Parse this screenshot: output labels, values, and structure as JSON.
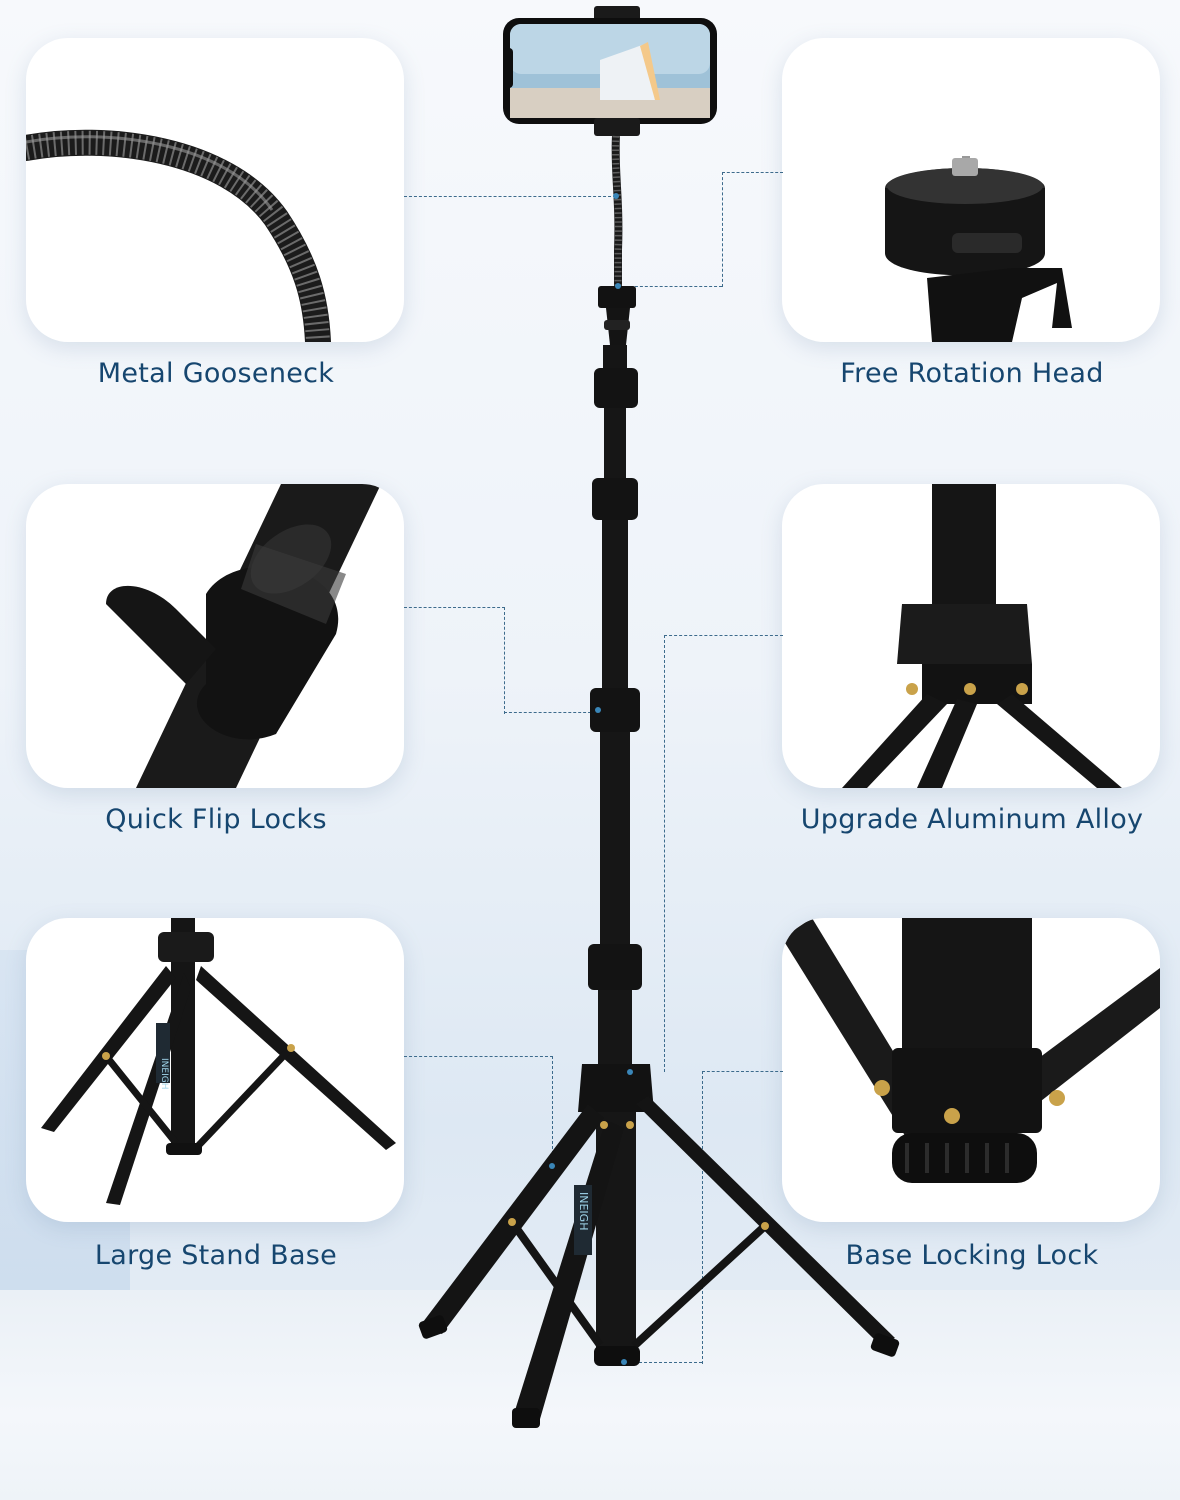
{
  "features": [
    {
      "id": "metal-gooseneck",
      "label": "Metal Gooseneck",
      "icon": "gooseneck-icon"
    },
    {
      "id": "free-rotation-head",
      "label": "Free Rotation Head",
      "icon": "rotation-head-icon"
    },
    {
      "id": "quick-flip-locks",
      "label": "Quick Flip Locks",
      "icon": "flip-lock-icon"
    },
    {
      "id": "upgrade-aluminum-alloy",
      "label": "Upgrade Aluminum Alloy",
      "icon": "aluminum-joint-icon"
    },
    {
      "id": "large-stand-base",
      "label": "Large Stand Base",
      "icon": "tripod-base-icon"
    },
    {
      "id": "base-locking-lock",
      "label": "Base Locking Lock",
      "icon": "base-lock-icon"
    }
  ],
  "brand": {
    "logo_text": "INEIGH"
  },
  "colors": {
    "caption": "#16466f",
    "leader_line": "#3d6b8c",
    "product": "#151515",
    "accent_screw": "#c9a24a"
  }
}
